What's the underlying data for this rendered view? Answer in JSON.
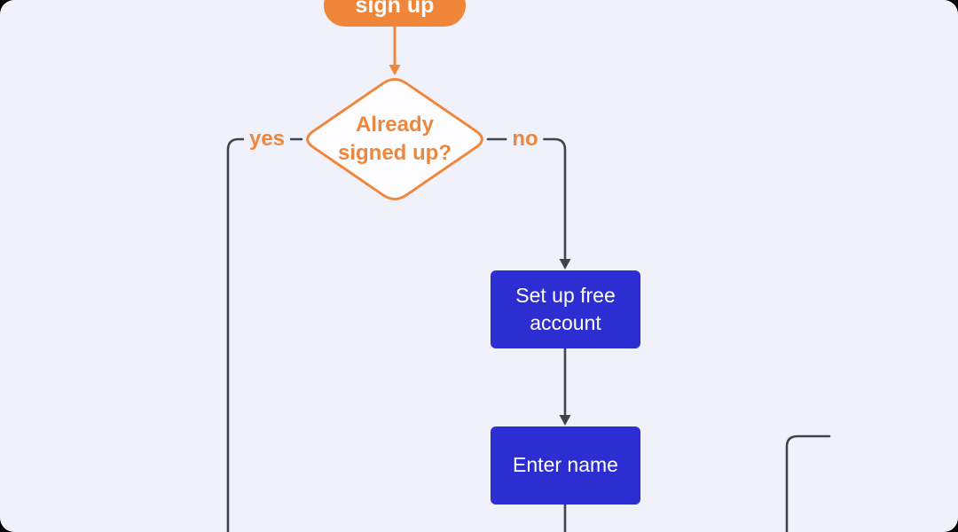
{
  "colors": {
    "background": "#f1f1fb",
    "orange": "#f0863a",
    "dark_line": "#43434f",
    "blue": "#2d2ed1",
    "node_fill_white": "#fdfdff",
    "text_white": "#ffffff"
  },
  "flowchart": {
    "start_node": {
      "type": "terminator",
      "label": "sign up"
    },
    "decision_node": {
      "type": "decision",
      "label": "Already\nsigned up?"
    },
    "process_nodes": [
      {
        "type": "process",
        "label": "Set up free\naccount"
      },
      {
        "type": "process",
        "label": "Enter name"
      }
    ],
    "edge_labels": {
      "yes": "yes",
      "no": "no"
    }
  }
}
